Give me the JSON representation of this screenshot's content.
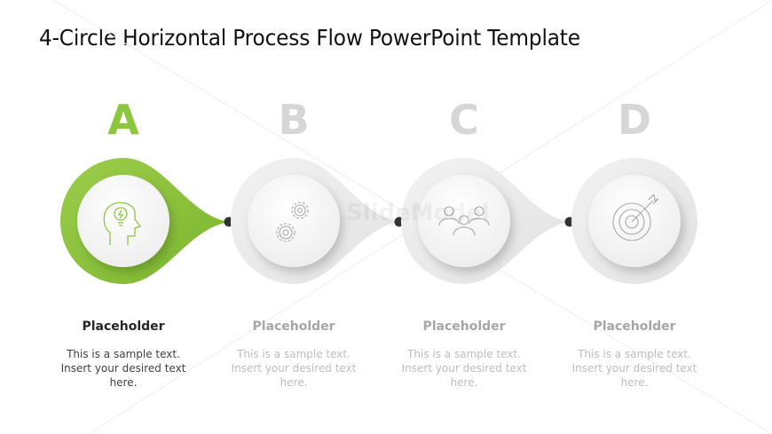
{
  "slide": {
    "title": "4-Circle Horizontal Process Flow PowerPoint Template",
    "accent_color": "#8cc63f",
    "inactive_color": "#d6d6d6",
    "watermark": "SlideModel",
    "steps": [
      {
        "letter": "A",
        "icon": "lightbulb-head-icon",
        "heading": "Placeholder",
        "text": "This is a sample text. Insert your desired text here.",
        "active": true
      },
      {
        "letter": "B",
        "icon": "gears-icon",
        "heading": "Placeholder",
        "text": "This is a sample text. Insert your desired text here.",
        "active": false
      },
      {
        "letter": "C",
        "icon": "team-icon",
        "heading": "Placeholder",
        "text": "This is a sample text. Insert your desired text here.",
        "active": false
      },
      {
        "letter": "D",
        "icon": "target-icon",
        "heading": "Placeholder",
        "text": "This is a sample text. Insert your desired text here.",
        "active": false
      }
    ]
  }
}
